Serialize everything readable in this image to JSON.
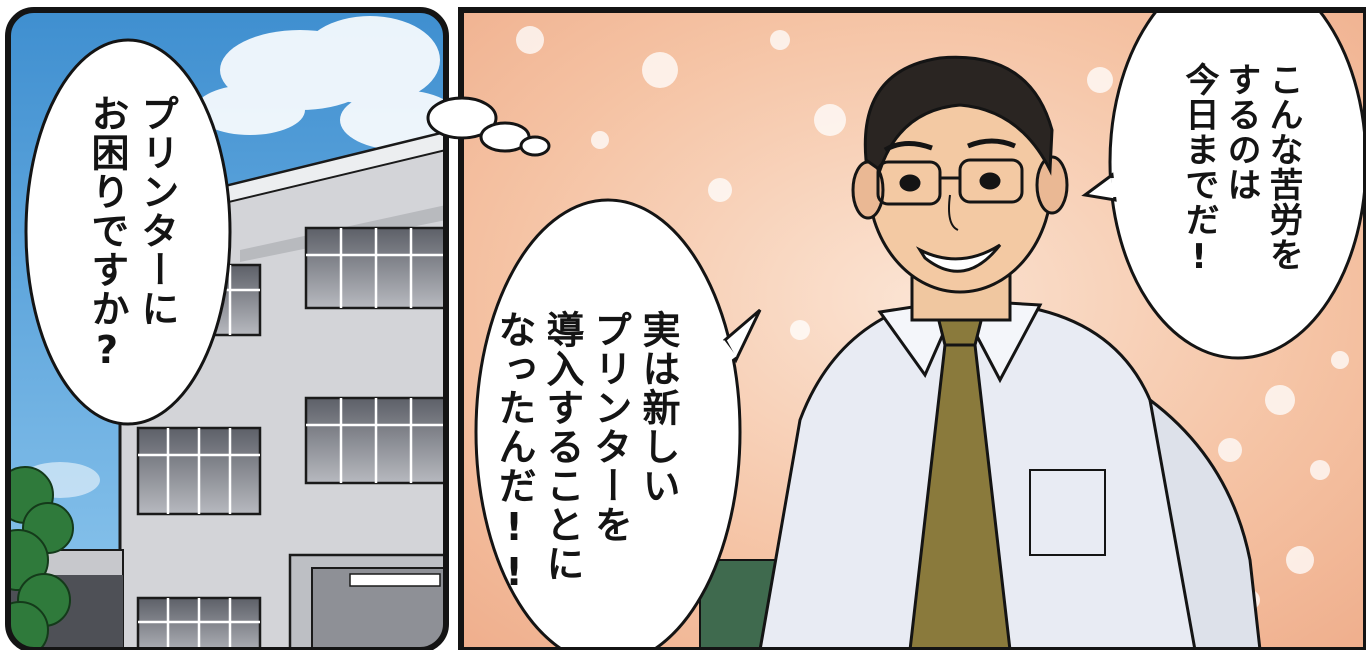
{
  "comic": {
    "panel_left": {
      "scene": "school-building-under-blue-sky",
      "speech": "プリンターに\nお困りですか?"
    },
    "panel_right": {
      "character": "man-in-glasses-and-tie",
      "speech_lower": "実は新しい\nプリンターを\n導入することに\nなったんだ!!",
      "speech_upper": "こんな苦労を\nするのは\n今日までだ!"
    }
  },
  "colors": {
    "sky": "#5aa6dc",
    "peach_background": "#f6cbb0",
    "shirt": "#e8ebf3",
    "tie": "#8a7a3c",
    "building": "#d2d3d6"
  }
}
